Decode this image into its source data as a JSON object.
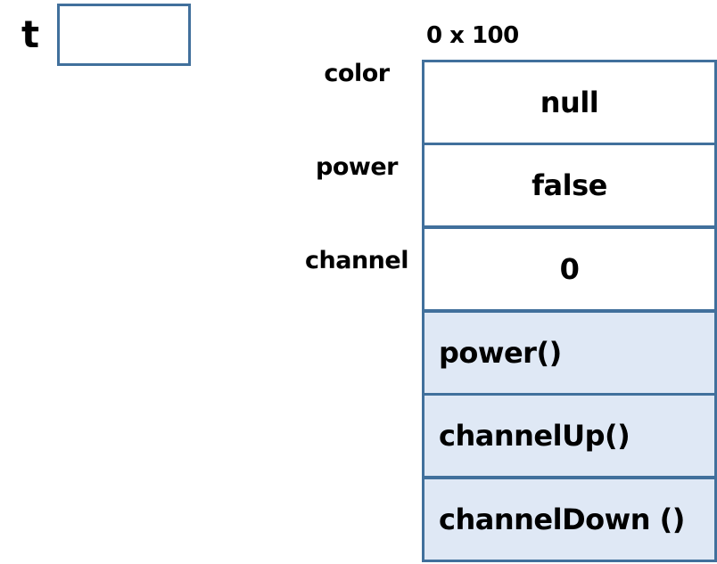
{
  "variable": {
    "name": "t"
  },
  "object": {
    "address": "0 x 100",
    "fields": [
      {
        "name": "color",
        "value": "null"
      },
      {
        "name": "power",
        "value": "false"
      },
      {
        "name": "channel",
        "value": "0"
      }
    ],
    "methods": [
      {
        "signature": "power()"
      },
      {
        "signature": "channelUp()"
      },
      {
        "signature": "channelDown ()"
      }
    ]
  },
  "colors": {
    "border": "#41709c",
    "method_fill": "#dfe8f5",
    "field_fill": "#ffffff"
  }
}
